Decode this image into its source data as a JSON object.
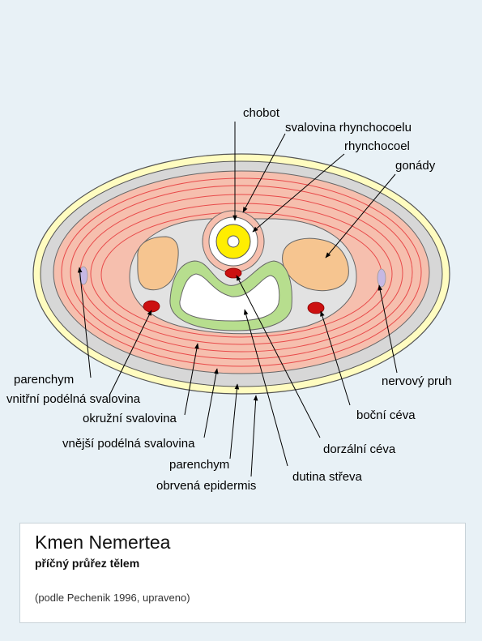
{
  "labels": {
    "chobot": "chobot",
    "svalovina_rhynchocoelu": "svalovina rhynchocoelu",
    "rhynchocoel": "rhynchocoel",
    "gonady": "gonády",
    "nervovy_pruh": "nervový pruh",
    "bocni_ceva": "boční céva",
    "dorzalni_ceva": "dorzální céva",
    "dutina_streva": "dutina střeva",
    "parenchym_left": "parenchym",
    "vnitrni_podelna": "vnitřní podélná svalovina",
    "okruzni": "okružní svalovina",
    "vnejsi_podelna": "vnější podélná svalovina",
    "parenchym_bottom": "parenchym",
    "obrvena_epidermis": "obrvená epidermis"
  },
  "caption": {
    "title": "Kmen Nemertea",
    "subtitle": "příčný průřez tělem",
    "source": "(podle Pechenik 1996, upraveno)"
  },
  "colors": {
    "background": "#e8f1f6",
    "epidermis": "#fffcc0",
    "parenchym": "#d7d7d7",
    "muscle": "#f6bfae",
    "muscle_lines": "#e84a4a",
    "inner_cavity": "#e8e8e8",
    "gonad": "#f6c590",
    "gut_wall": "#b7de8e",
    "vessel": "#cc1111",
    "nerve": "#c6b8e4",
    "proboscis": "#ffee00"
  }
}
